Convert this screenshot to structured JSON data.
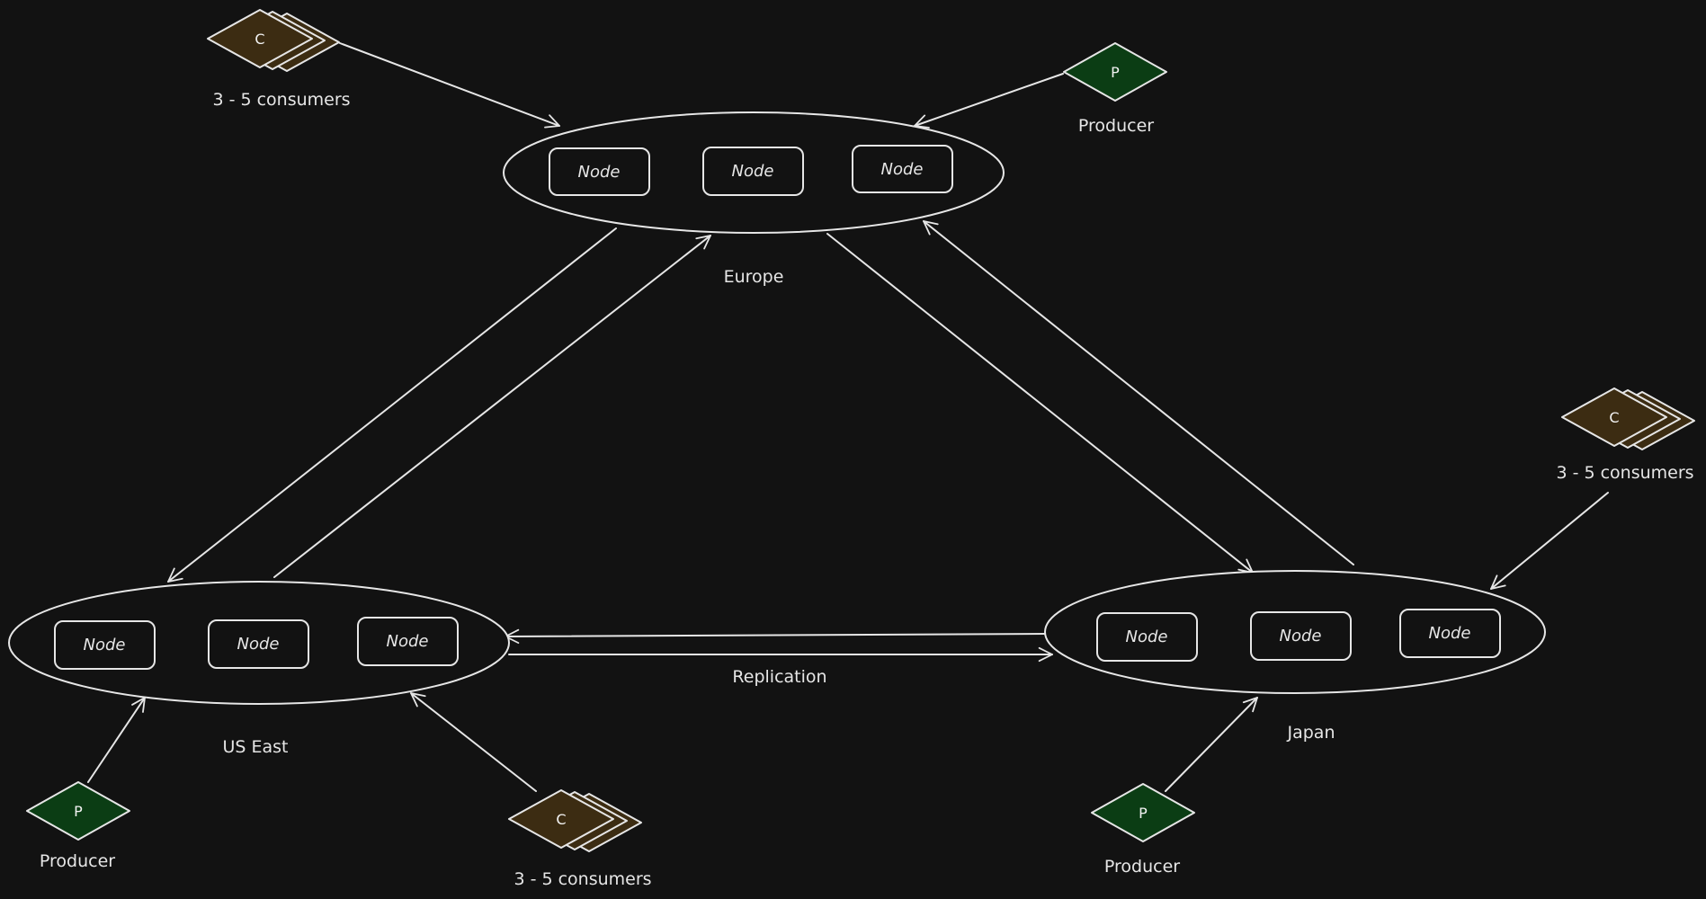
{
  "colors": {
    "background": "#121212",
    "stroke": "#e6e6e6",
    "producer_fill": "#0b3d14",
    "consumer_fill": "#3c2c12"
  },
  "regions": [
    {
      "id": "europe",
      "label": "Europe",
      "nodes": [
        "Node",
        "Node",
        "Node"
      ]
    },
    {
      "id": "us-east",
      "label": "US East",
      "nodes": [
        "Node",
        "Node",
        "Node"
      ]
    },
    {
      "id": "japan",
      "label": "Japan",
      "nodes": [
        "Node",
        "Node",
        "Node"
      ]
    }
  ],
  "producers": [
    {
      "id": "europe",
      "glyph": "P",
      "label": "Producer"
    },
    {
      "id": "us-east",
      "glyph": "P",
      "label": "Producer"
    },
    {
      "id": "japan",
      "glyph": "P",
      "label": "Producer"
    }
  ],
  "consumers": [
    {
      "id": "europe",
      "glyph": "C",
      "label": "3 - 5 consumers"
    },
    {
      "id": "us-east",
      "glyph": "C",
      "label": "3 - 5 consumers"
    },
    {
      "id": "japan",
      "glyph": "C",
      "label": "3 - 5 consumers"
    }
  ],
  "edge_labels": {
    "replication": "Replication"
  }
}
